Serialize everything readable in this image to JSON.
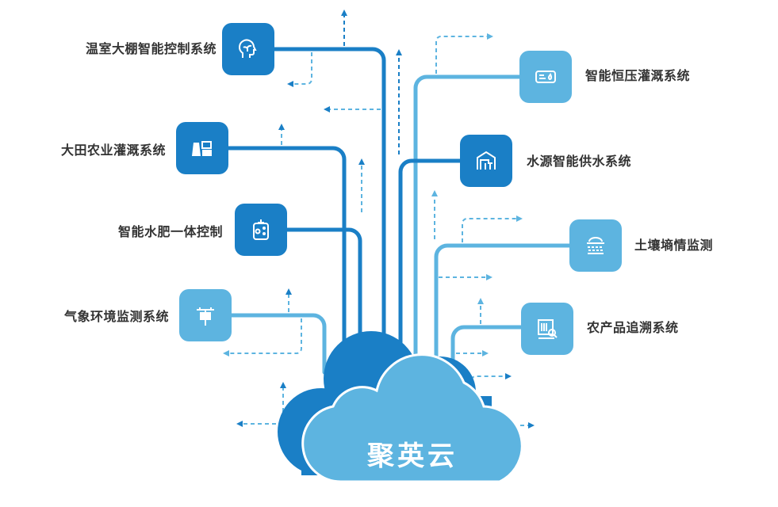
{
  "diagram": {
    "center": {
      "label": "聚英云"
    },
    "colors": {
      "dark": "#1a7fc6",
      "light": "#5db4e0",
      "text": "#333333",
      "background": "#ffffff"
    },
    "left_nodes": [
      {
        "label": "温室大棚智能控制系统",
        "icon": "head-plant-icon",
        "tone": "dark"
      },
      {
        "label": "大田农业灌溉系统",
        "icon": "field-plots-icon",
        "tone": "dark"
      },
      {
        "label": "智能水肥一体控制",
        "icon": "fertilizer-tank-icon",
        "tone": "dark"
      },
      {
        "label": "气象环境监测系统",
        "icon": "weather-station-icon",
        "tone": "light"
      }
    ],
    "right_nodes": [
      {
        "label": "智能恒压灌溉系统",
        "icon": "pressure-water-icon",
        "tone": "light"
      },
      {
        "label": "水源智能供水系统",
        "icon": "water-house-icon",
        "tone": "dark"
      },
      {
        "label": "土壤墒情监测",
        "icon": "soil-sensor-icon",
        "tone": "light"
      },
      {
        "label": "农产品追溯系统",
        "icon": "barcode-search-icon",
        "tone": "light"
      }
    ]
  }
}
